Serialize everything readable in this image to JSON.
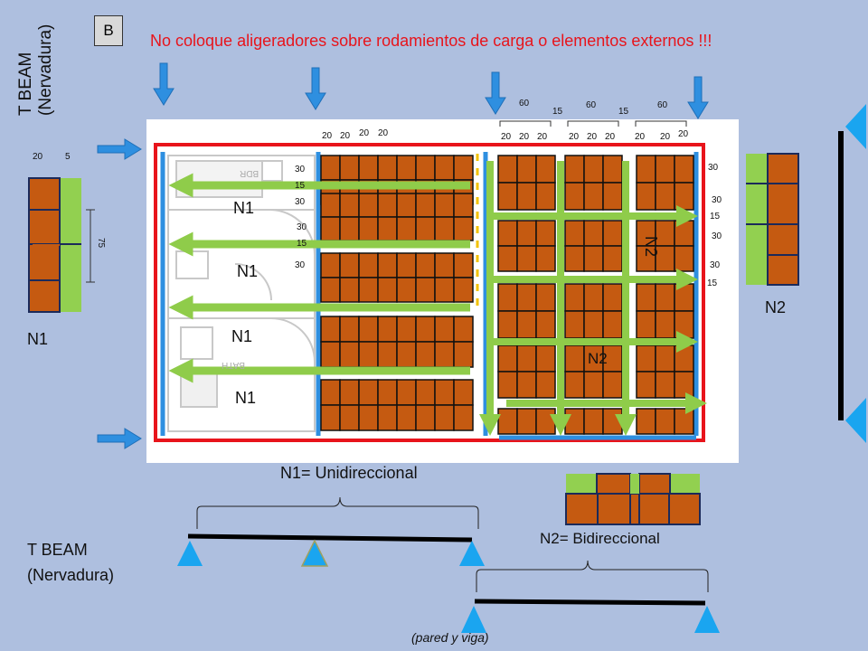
{
  "header": {
    "section_box": "B",
    "warning": "No coloque aligeradores sobre rodamientos de carga o elementos externos !!!",
    "side_title_line1": "T BEAM",
    "side_title_line2": "(Nervadura)"
  },
  "plan": {
    "n1_labels": [
      "N1",
      "N1",
      "N1",
      "N1"
    ],
    "n2_label_vertical": "N2",
    "n2_label": "N2",
    "room_label_top": "BDR",
    "room_label_bottom": "BATH",
    "top_dims_left": [
      "20",
      "20",
      "20",
      "20"
    ],
    "top_dims_groups": [
      "60",
      "60",
      "60"
    ],
    "top_dims_gap": [
      "15",
      "15"
    ],
    "top_dims_right": [
      "20",
      "20",
      "20",
      "20",
      "20",
      "20",
      "20",
      "20",
      "20"
    ],
    "left_dims": [
      "30",
      "15",
      "30",
      "30",
      "15",
      "30"
    ],
    "right_dims": [
      "30",
      "30",
      "15",
      "30",
      "30",
      "15"
    ]
  },
  "details": {
    "n1_detail_dims_top": [
      "20",
      "5"
    ],
    "n1_detail_dim_side": "75",
    "n1_detail_label": "N1",
    "n2_detail_label": "N2"
  },
  "bottom": {
    "n1_caption": "N1= Unidireccional",
    "n2_caption": "N2= Bidireccional",
    "tbeam_line1": "T BEAM",
    "tbeam_line2": "(Nervadura)",
    "footnote": "(pared y viga)"
  },
  "colors": {
    "background": "#aebfdf",
    "brick": "#c55a11",
    "rib": "#92d050",
    "arrow_green": "#8fcc4a",
    "arrow_blue": "#2e8fe0",
    "outline_red": "#e8141b",
    "support": "#1aa5f0"
  }
}
